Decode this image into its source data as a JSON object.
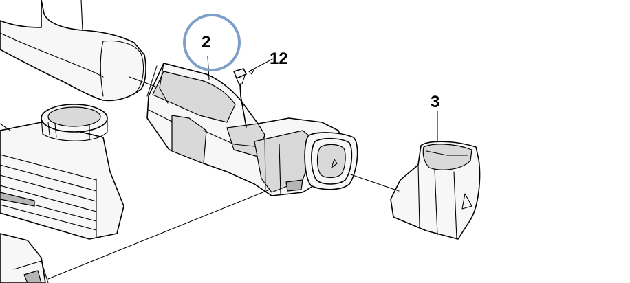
{
  "diagram": {
    "callouts": [
      {
        "id": "c2",
        "label": "2",
        "circled": true
      },
      {
        "id": "c12",
        "label": "12",
        "circled": false
      },
      {
        "id": "c3",
        "label": "3",
        "circled": false
      }
    ],
    "highlight_color": "#7ea0c8",
    "line_color": "#000000"
  }
}
